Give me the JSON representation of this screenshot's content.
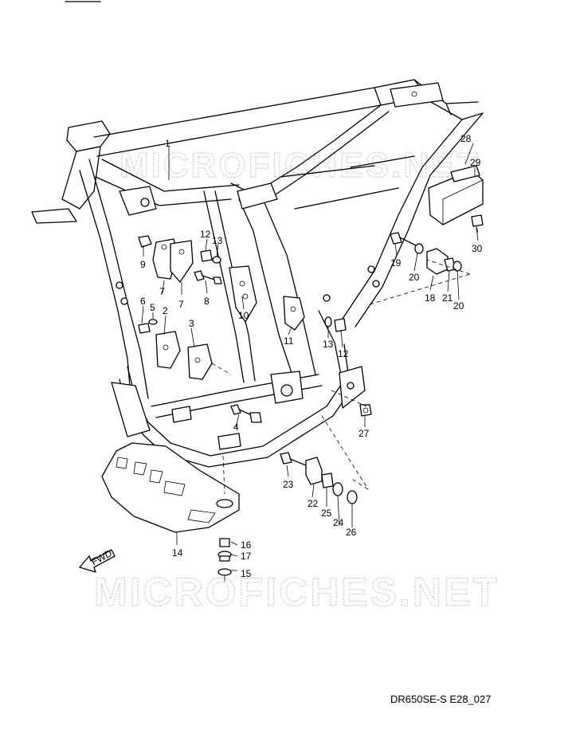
{
  "watermark": "MICROFICHES.NET",
  "figure_code": "DR650SE-S E28_027",
  "fwd_label": "FWD",
  "callouts": [
    "1",
    "2",
    "3",
    "4",
    "5",
    "6",
    "7",
    "7",
    "8",
    "9",
    "10",
    "11",
    "12",
    "12",
    "13",
    "13",
    "14",
    "15",
    "16",
    "17",
    "18",
    "19",
    "20",
    "20",
    "21",
    "22",
    "23",
    "24",
    "25",
    "26",
    "27",
    "28",
    "29",
    "30"
  ]
}
